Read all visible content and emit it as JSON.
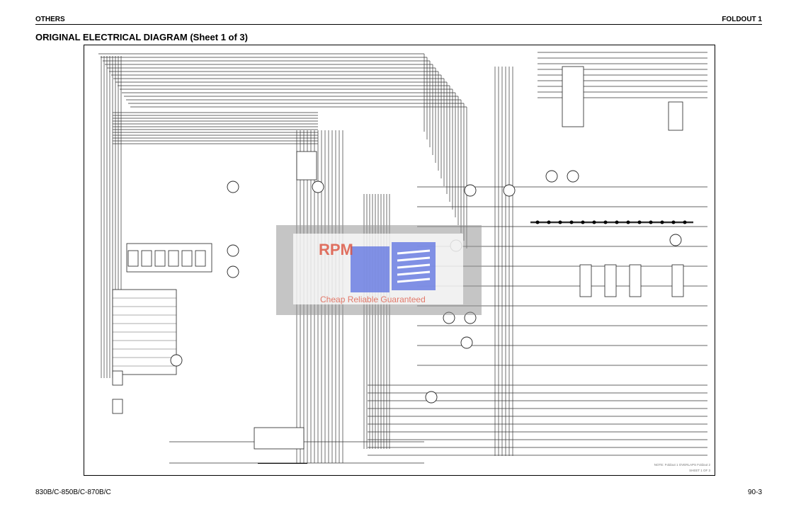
{
  "header": {
    "section": "OTHERS",
    "foldout": "FOLDOUT 1"
  },
  "title": "ORIGINAL ELECTRICAL DIAGRAM (Sheet 1 of 3)",
  "diagram": {
    "note": "NOTE: Foldout 1 OVERLAPS Foldout 2",
    "sheet": "SHEET 1 OF 3"
  },
  "watermark": {
    "logo": "RPM",
    "tagline": "Cheap Reliable Guaranteed",
    "color_blue": "#5a6fe0",
    "color_red": "#dc503c"
  },
  "footer": {
    "model": "830B/C-850B/C-870B/C",
    "page": "90-3"
  }
}
